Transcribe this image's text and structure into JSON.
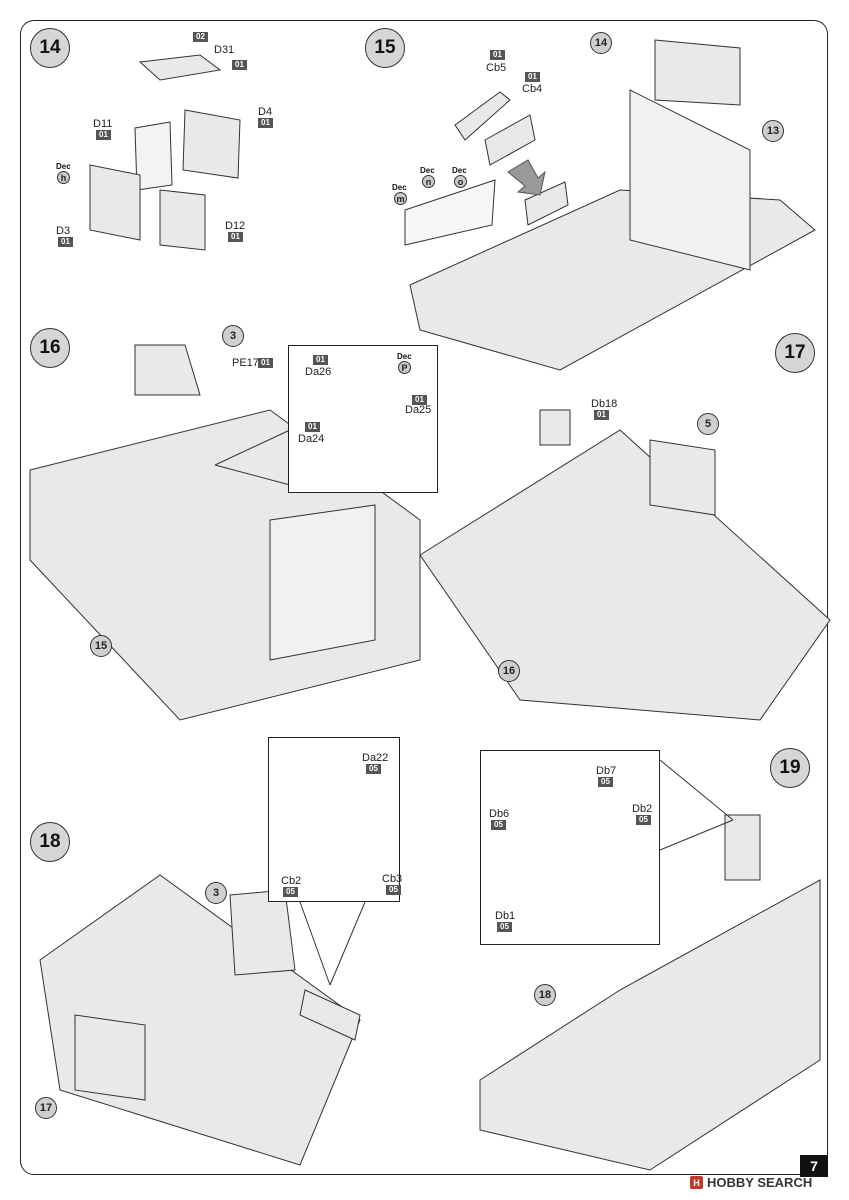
{
  "page_number": "7",
  "watermark": "HOBBY SEARCH",
  "watermark_mark": "H",
  "steps": [
    "14",
    "15",
    "16",
    "17",
    "18",
    "19"
  ],
  "step14": {
    "parts": [
      {
        "name": "D31",
        "code": "01"
      },
      {
        "name": "D4",
        "code": "01"
      },
      {
        "name": "D11",
        "code": "01"
      },
      {
        "name": "D3",
        "code": "01"
      },
      {
        "name": "D12",
        "code": "01"
      }
    ],
    "d31_code_top": "02",
    "dec_label": "Dec",
    "dec_letter": "h"
  },
  "step15": {
    "parts": [
      {
        "name": "Cb5",
        "code": "01"
      },
      {
        "name": "Cb4",
        "code": "01"
      }
    ],
    "decals": [
      "m",
      "n",
      "o"
    ],
    "dec_label": "Dec",
    "callouts": [
      "14",
      "13"
    ]
  },
  "step16": {
    "callouts": [
      "3",
      "15"
    ],
    "pe": {
      "name": "PE17",
      "code": "01"
    },
    "inset_parts": [
      {
        "name": "Da26",
        "code": "01"
      },
      {
        "name": "Da25",
        "code": "01"
      },
      {
        "name": "Da24",
        "code": "01"
      }
    ],
    "dec_label": "Dec",
    "dec_letter": "P"
  },
  "step17": {
    "callouts": [
      "5",
      "16"
    ],
    "part": {
      "name": "Db18",
      "code": "01"
    }
  },
  "step18": {
    "callouts": [
      "3",
      "17"
    ],
    "inset_parts": [
      {
        "name": "Da22",
        "code": "05"
      },
      {
        "name": "Cb2",
        "code": "05"
      },
      {
        "name": "Cb3",
        "code": "05"
      }
    ]
  },
  "step19": {
    "callouts": [
      "18"
    ],
    "inset_parts": [
      {
        "name": "Db7",
        "code": "05"
      },
      {
        "name": "Db6",
        "code": "05"
      },
      {
        "name": "Db2",
        "code": "05"
      },
      {
        "name": "Db1",
        "code": "05"
      }
    ]
  }
}
